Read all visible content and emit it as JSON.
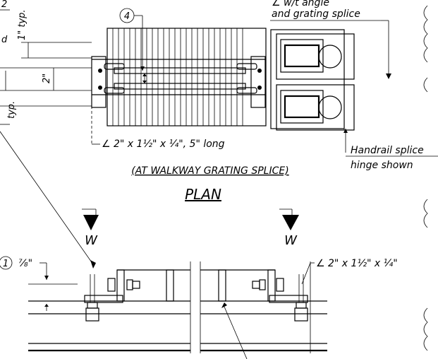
{
  "plan": {
    "callout_number": "4",
    "angle_label": "∠ 2\" x 1½\"  x ¼\", 5\" long",
    "subtitle": "(AT WALKWAY GRATING SPLICE)",
    "title": "PLAN",
    "handrail_note_line1": "Handrail splice",
    "handrail_note_line2": "hinge shown",
    "top_note_line1": "∠ w/t angle",
    "top_note_line2": "and grating splice",
    "left_dim_typ_top": "1\" typ.",
    "left_dim_2": "2\"",
    "left_dim_typ_bottom": "typ.",
    "left_dim_d": "d"
  },
  "section": {
    "section_mark_left": "W",
    "section_mark_right": "W",
    "callout_number": "1",
    "dim_label": "⅞\"",
    "angle_label": "∠ 2\" x 1½\" x ¼\""
  }
}
